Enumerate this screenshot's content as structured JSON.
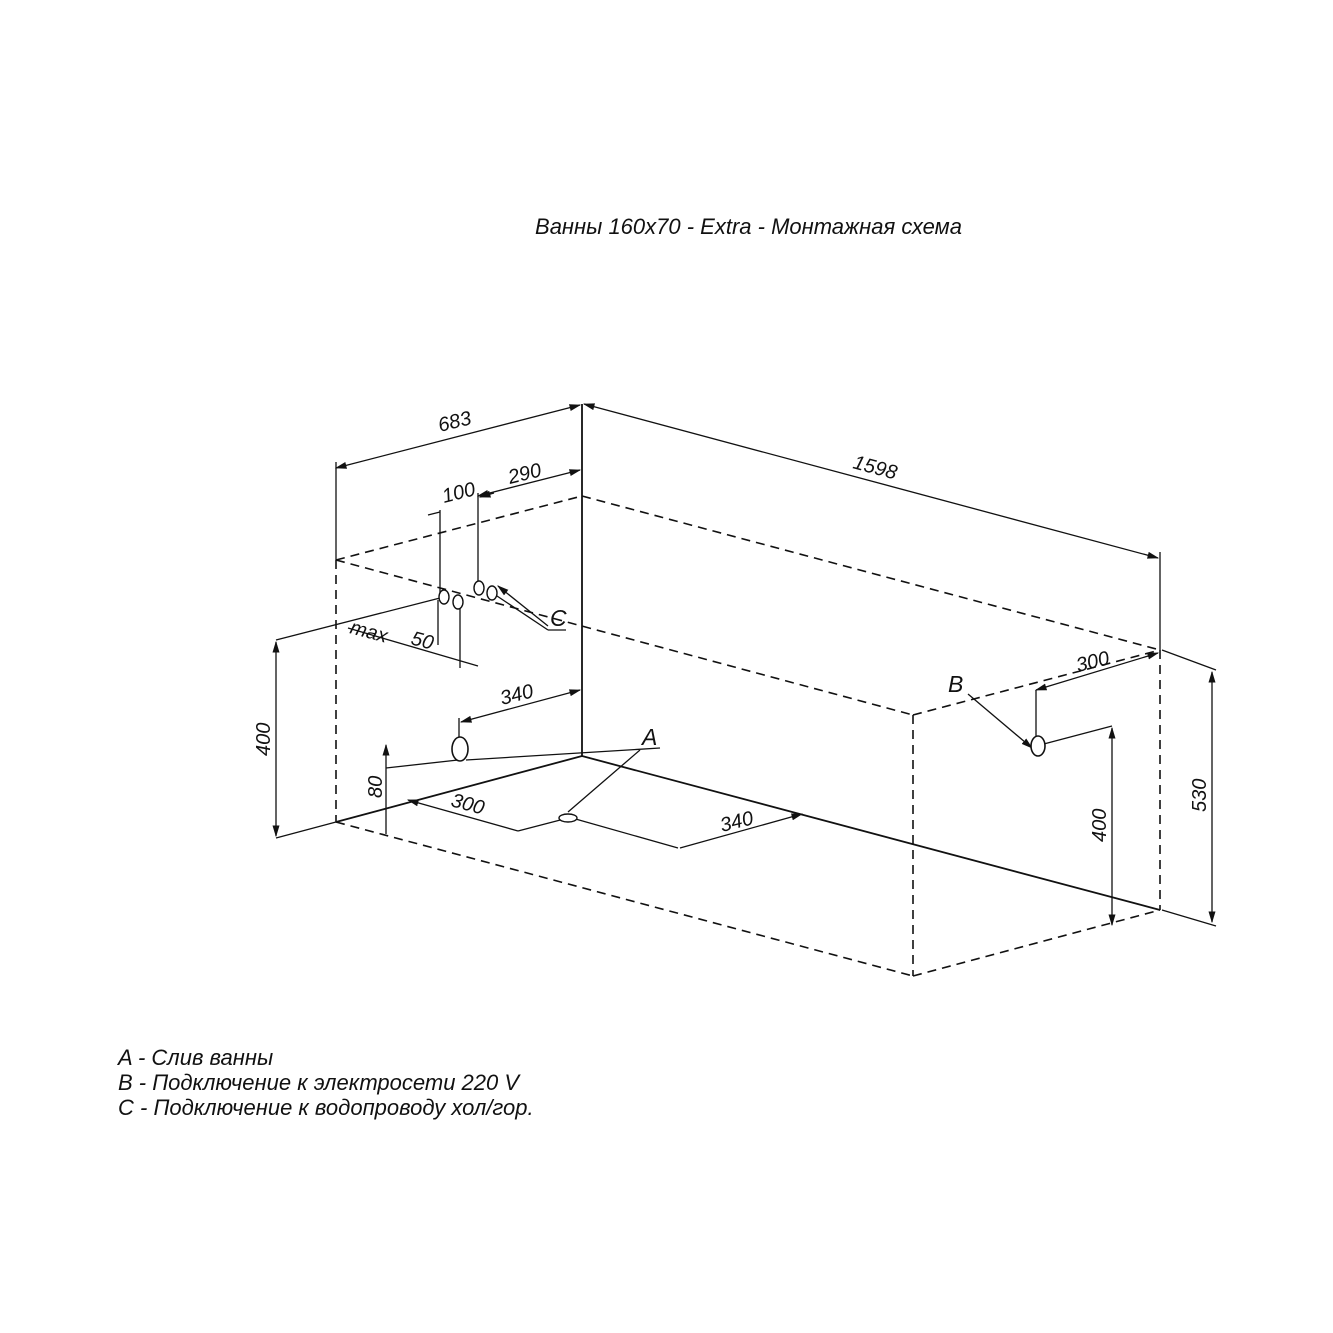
{
  "title": "Ванны 160х70 - Extra - Монтажная схема",
  "dimensions": {
    "width": "683",
    "length": "1598",
    "inlet_offset": "290",
    "inlet_spacing": "100",
    "inlet_max": "max",
    "inlet_max_value": "50",
    "drain_height_left": "400",
    "drain_level": "80",
    "drain_offset_top": "340",
    "drain_offset_side": "300",
    "drain_offset_front": "340",
    "power_offset": "300",
    "power_height": "400",
    "total_height": "530"
  },
  "markers": {
    "a": "A",
    "b": "B",
    "c": "C"
  },
  "legend": [
    "A - Слив ванны",
    "B - Подключение к электросети 220 V",
    "C - Подключение к водопроводу хол/гор."
  ]
}
